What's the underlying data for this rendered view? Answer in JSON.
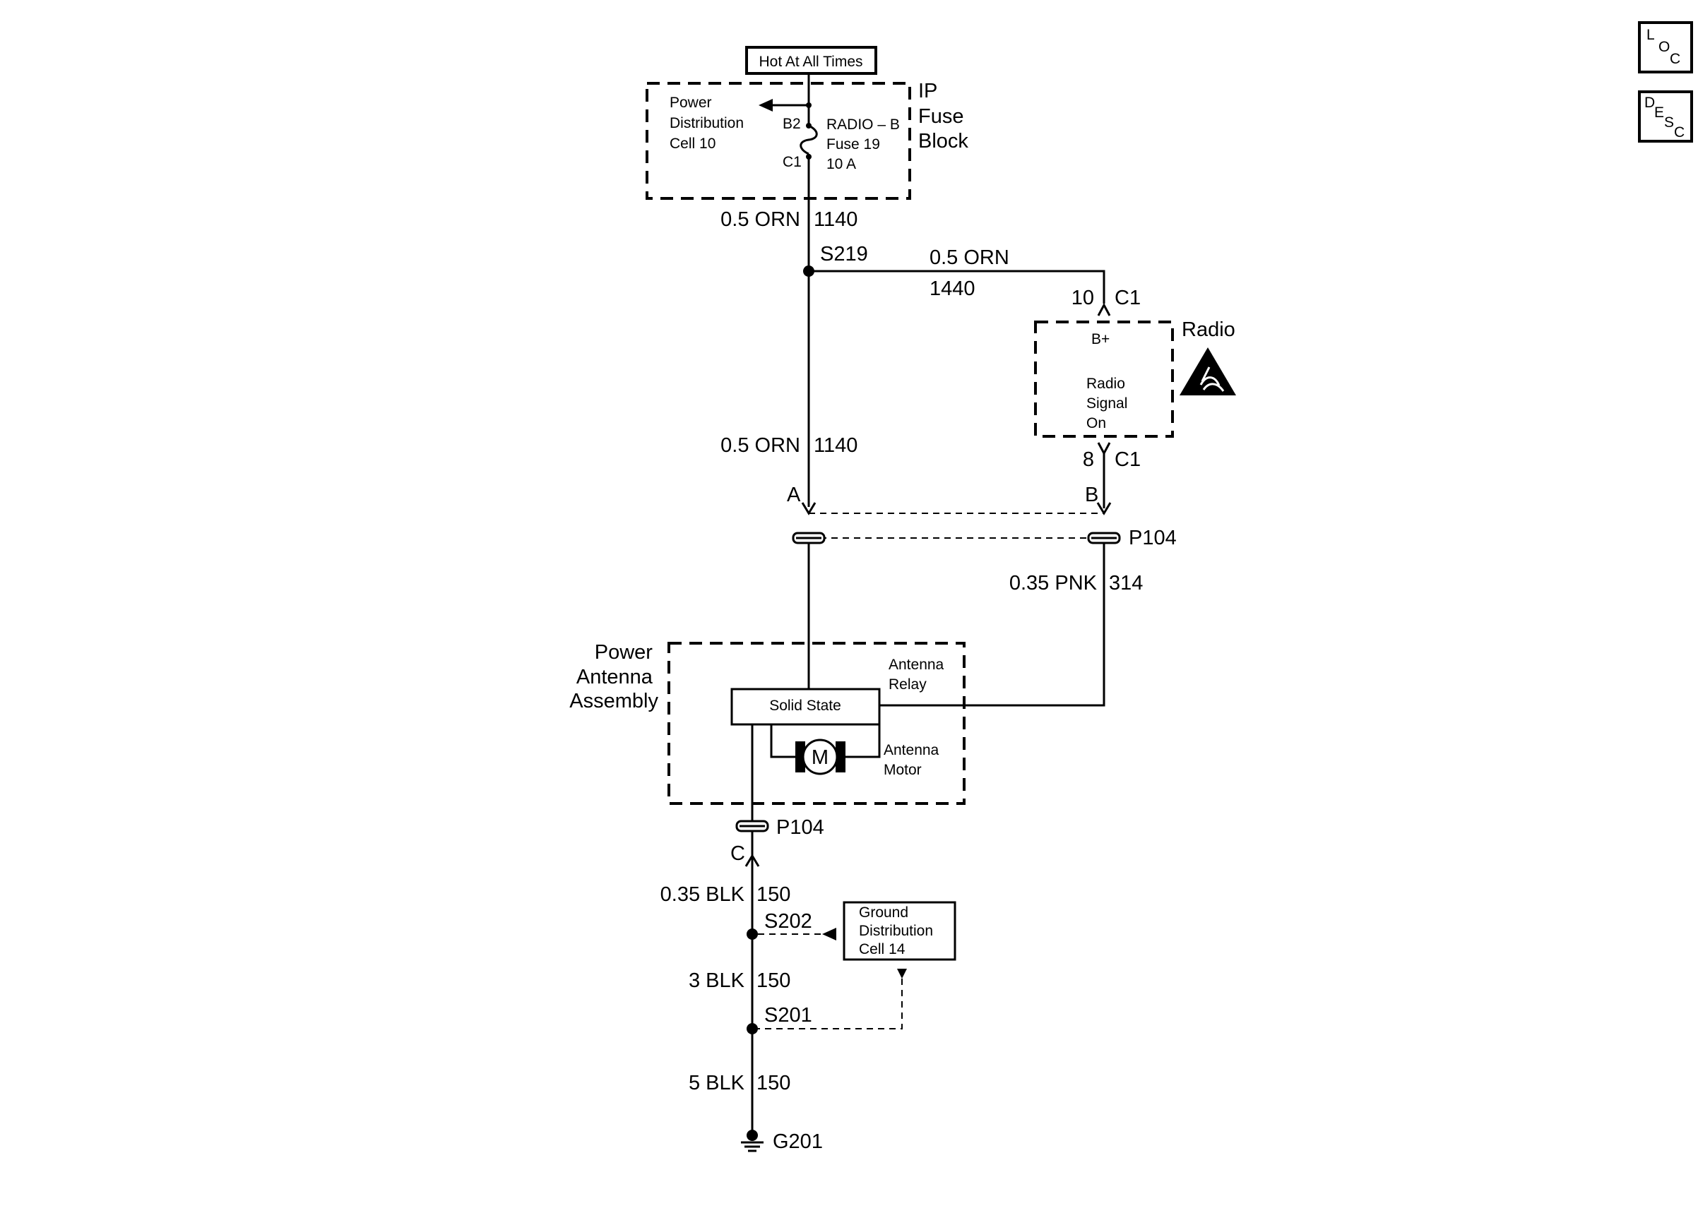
{
  "hot_label": "Hot At All Times",
  "fuse_block": {
    "title_lines": [
      "IP",
      "Fuse",
      "Block"
    ],
    "pdc_lines": [
      "Power",
      "Distribution",
      "Cell 10"
    ],
    "fuse_lines": [
      "RADIO – B",
      "Fuse 19",
      "10 A"
    ],
    "pin_b2": "B2",
    "pin_c1": "C1"
  },
  "wires": {
    "top_gauge": "0.5 ORN",
    "top_circuit": "1140",
    "branch_gauge": "0.5 ORN",
    "branch_circuit": "1440",
    "mid_gauge": "0.5 ORN",
    "mid_circuit": "1140",
    "pnk_gauge": "0.35 PNK",
    "pnk_circuit": "314",
    "blk1_gauge": "0.35 BLK",
    "blk1_circuit": "150",
    "blk2_gauge": "3 BLK",
    "blk2_circuit": "150",
    "blk3_gauge": "5 BLK",
    "blk3_circuit": "150"
  },
  "splices": {
    "s219": "S219",
    "s202": "S202",
    "s201": "S201"
  },
  "radio": {
    "title": "Radio",
    "bplus": "B+",
    "signal_lines": [
      "Radio",
      "Signal",
      "On"
    ],
    "pin_top": "10",
    "pin_top_conn": "C1",
    "pin_bottom": "8",
    "pin_bottom_conn": "C1",
    "esd_icon": "esd-warning-icon"
  },
  "connector": {
    "name": "P104",
    "pin_a": "A",
    "pin_b": "B",
    "pin_c": "C"
  },
  "antenna": {
    "title_lines": [
      "Power",
      "Antenna",
      "Assembly"
    ],
    "solid_state": "Solid State",
    "relay_lines": [
      "Antenna",
      "Relay"
    ],
    "motor_lines": [
      "Antenna",
      "Motor"
    ],
    "motor_symbol": "M"
  },
  "ground": {
    "dist_lines": [
      "Ground",
      "Distribution",
      "Cell 14"
    ],
    "ground_name": "G201"
  },
  "nav_buttons": {
    "loc": [
      "L",
      "O",
      "C"
    ],
    "desc": [
      "D",
      "E",
      "S",
      "C"
    ]
  }
}
